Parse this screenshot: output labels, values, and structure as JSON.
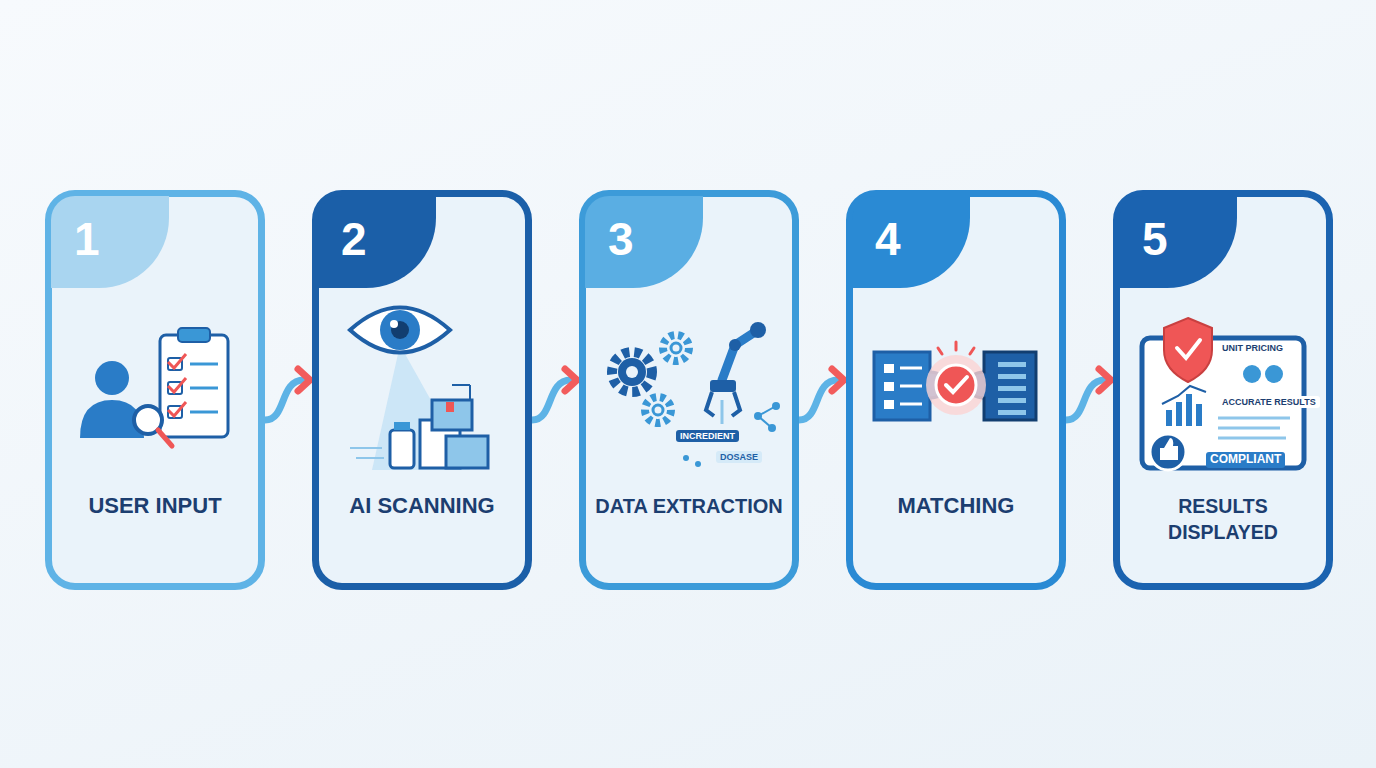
{
  "diagram": {
    "nodes": [
      {
        "text": [
          "1",
          "USER INPUT"
        ]
      },
      {
        "text": [
          "2",
          "AI SCANNING"
        ]
      },
      {
        "text": [
          "3",
          "DATA EXTRACTION"
        ]
      },
      {
        "text": [
          "4",
          "MATCHING"
        ]
      },
      {
        "text": [
          "5",
          "RESULTS DISPLAYED"
        ]
      }
    ],
    "edges": [
      {
        "from": 0,
        "to": 1,
        "arrow": "to"
      },
      {
        "from": 1,
        "to": 2,
        "arrow": "to"
      },
      {
        "from": 2,
        "to": 3,
        "arrow": "to"
      },
      {
        "from": 3,
        "to": 4,
        "arrow": "to"
      }
    ],
    "labels": [
      "INCREDIENT",
      "DOSASE",
      "UNIT PRICING",
      "ACCURATE RESULTS",
      "COMPLIANT"
    ]
  }
}
